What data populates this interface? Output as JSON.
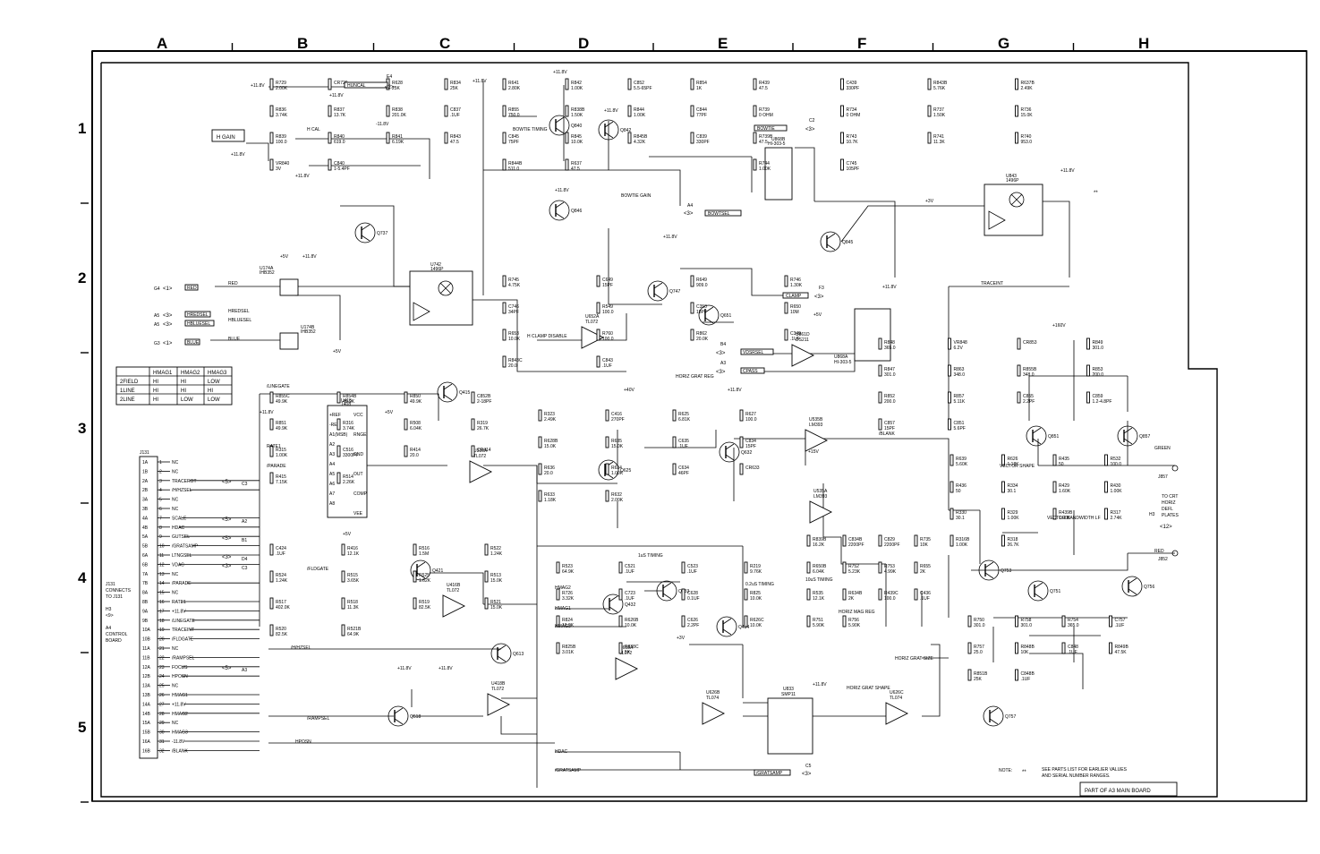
{
  "zone_columns": [
    "A",
    "B",
    "C",
    "D",
    "E",
    "F",
    "G",
    "H"
  ],
  "zone_rows": [
    "1",
    "2",
    "3",
    "4",
    "5"
  ],
  "title_block": "PART OF A3 MAIN BOARD",
  "h_gain_label": "H GAIN",
  "note": {
    "label": "NOTE:",
    "symbol": "**",
    "lines": [
      "SEE PARTS LIST FOR EARLIER VALUES",
      "AND SERIAL NUMBER RANGES."
    ]
  },
  "interconnect": {
    "j131_label": "J131",
    "connects_lines": [
      "J131",
      "CONNECTS",
      "TO J131",
      "",
      "H3",
      "<9>",
      "",
      "A4",
      "CONTROL",
      "BOARD"
    ]
  },
  "j131_pins": [
    {
      "pin": "1A",
      "sig": "NC"
    },
    {
      "pin": "1B",
      "sig": "NC"
    },
    {
      "pin": "2A",
      "sig": "TRACEROT"
    },
    {
      "pin": "2B",
      "sig": "/H/HZSEL"
    },
    {
      "pin": "3A",
      "sig": "NC"
    },
    {
      "pin": "3B",
      "sig": "NC"
    },
    {
      "pin": "4A",
      "sig": "SCALE"
    },
    {
      "pin": "4B",
      "sig": "HDAC"
    },
    {
      "pin": "5A",
      "sig": "GUTSEL"
    },
    {
      "pin": "5B",
      "sig": "/GRATSAMP"
    },
    {
      "pin": "6A",
      "sig": "LTNGSEL"
    },
    {
      "pin": "6B",
      "sig": "VDAC"
    },
    {
      "pin": "7A",
      "sig": "NC"
    },
    {
      "pin": "7B",
      "sig": "/PARADE"
    },
    {
      "pin": "8A",
      "sig": "NC"
    },
    {
      "pin": "8B",
      "sig": "RATE1"
    },
    {
      "pin": "9A",
      "sig": "+11.8V"
    },
    {
      "pin": "9B",
      "sig": "/LINEGATE"
    },
    {
      "pin": "10A",
      "sig": "TRACEINT"
    },
    {
      "pin": "10B",
      "sig": "/FLDGATE"
    },
    {
      "pin": "11A",
      "sig": "NC"
    },
    {
      "pin": "11B",
      "sig": "/RAMPSEL"
    },
    {
      "pin": "12A",
      "sig": "FOCUS"
    },
    {
      "pin": "12B",
      "sig": "HPOSN"
    },
    {
      "pin": "13A",
      "sig": "NC"
    },
    {
      "pin": "13B",
      "sig": "HMAG1"
    },
    {
      "pin": "14A",
      "sig": "+11.8V"
    },
    {
      "pin": "14B",
      "sig": "HMAG2"
    },
    {
      "pin": "15A",
      "sig": "NC"
    },
    {
      "pin": "15B",
      "sig": "HMAG3"
    },
    {
      "pin": "16A",
      "sig": "-11.8V"
    },
    {
      "pin": "16B",
      "sig": "/BLANK"
    }
  ],
  "hmag_table": {
    "headers": [
      "",
      "HMAG1",
      "HMAG2",
      "HMAG3"
    ],
    "rows": [
      [
        "2FIELD",
        "HI",
        "HI",
        "LOW"
      ],
      [
        "1LINE",
        "HI",
        "HI",
        "HI"
      ],
      [
        "2LINE",
        "HI",
        "LOW",
        "LOW"
      ]
    ]
  },
  "references": {
    "hcal": "<2>",
    "hcal_loc": "E4",
    "bowtie": "<3>",
    "bowtie_loc": "C2",
    "bowtsel": "<3>",
    "bowtsel_loc": "A4",
    "clamp": "<3>",
    "clamp_loc": "F3",
    "vdsrsel": "<3>",
    "vdsrsel_loc": "B4",
    "cpass": "<3>",
    "cpass_loc": "A3",
    "gratsamp": "<3>",
    "gratsamp_loc": "C5",
    "crt": "<12>",
    "crt_loc": "H3",
    "red_in": "<1>",
    "red_in_loc": "G4",
    "hredsel": "<3>",
    "hredsel_loc": "A5",
    "hbluesel": "<3>",
    "hbluesel_loc": "A5",
    "blue_in": "<1>",
    "blue_in_loc": "G3",
    "tracerot": "<5>",
    "tracerot_loc": "C3",
    "scale": "<5>",
    "scale_loc": "A2",
    "gutsel": "<5>",
    "gutsel_loc": "B1",
    "ltngsel": "<3>",
    "ltngsel_loc": "D4",
    "vdac": "<3>",
    "vdac_loc": "C3",
    "focus": "<5>",
    "focus_loc": "A3"
  },
  "crt_output_lines": [
    "TO CRT",
    "HORIZ",
    "DEFL",
    "PLATES"
  ],
  "outputs": {
    "green": "GREEN",
    "green_j": "J857",
    "red": "RED",
    "red_j": "J852"
  },
  "nets": {
    "hcal": "HUNCAL",
    "bowtie": "BOWTIE",
    "bowtsel": "BOWTSEL",
    "clamp": "CLAMP",
    "vdsrsel": "VDSRSEL",
    "cpass": "CPASS",
    "gratsamp": "/GRATSAMP",
    "red": "RED",
    "hredsel": "HREDSEL",
    "hbluesel": "HBLUESEL",
    "blue": "BLUE",
    "tracerot": "TRACEROT",
    "scale": "SCALE",
    "gutsel": "GUTSEL",
    "ltngsel": "LTNGSEL",
    "vdac": "VDAC",
    "focus": "FOCUS",
    "traceint": "TRACEINT",
    "blank": "/BLANK",
    "linegate": "/LINEGATE",
    "parade": "/PARADE",
    "rate1": "RATE1",
    "flgate": "/FLDGATE",
    "rampsel": "/RAMPSEL",
    "hposn": "HPOSN",
    "hzsel": "/H/HZSEL",
    "hdac": "HDAC",
    "hmag1": "HMAG1",
    "hmag2": "HMAG2",
    "hmag3": "HMAG3"
  },
  "rails": {
    "pos": "+11.8V",
    "neg": "-11.8V",
    "p5": "+5V",
    "p15": "+15V",
    "p40": "+40V",
    "p3": "+3V",
    "hv": "+160V"
  },
  "ics": {
    "u742": {
      "ref": "U742",
      "part": "1496P"
    },
    "u843": {
      "ref": "U843",
      "part": "1496P"
    },
    "u415": {
      "ref": "U415",
      "part": "1408"
    },
    "u868b": {
      "ref": "U868B",
      "part": "HI-303-5"
    },
    "u868a": {
      "ref": "U868A",
      "part": "HI-303-5"
    },
    "u433": {
      "ref": "U833",
      "part": "SMP11"
    },
    "u652a": {
      "ref": "U652A",
      "part": "TL072"
    },
    "u316a": {
      "ref": "U316A",
      "part": "TL072"
    },
    "u416b": {
      "ref": "U416B",
      "part": "TL072"
    },
    "u418b": {
      "ref": "U418B",
      "part": "TL072"
    },
    "u626b": {
      "ref": "U626B",
      "part": "TL074"
    },
    "u626c": {
      "ref": "U626C",
      "part": "TL074"
    },
    "u618a": {
      "ref": "U618A",
      "part": "TL072"
    },
    "u535b": {
      "ref": "U535B",
      "part": "LM393"
    },
    "u535a": {
      "ref": "U535A",
      "part": "LM393"
    },
    "u174a": {
      "ref": "U174A",
      "part": "IHB352"
    },
    "u174b": {
      "ref": "U174B",
      "part": "IHB352"
    },
    "u861d": {
      "ref": "U861D",
      "part": "DS211"
    }
  },
  "ic_pins": {
    "u415_left": [
      "+REF",
      "-REF",
      "A1(MSB)",
      "A2",
      "A3",
      "A4",
      "A5",
      "A6",
      "A7",
      "A8"
    ],
    "u415_right": [
      "VCC",
      "RNGE",
      "GND",
      "OUT",
      "COMP",
      "VEE"
    ]
  },
  "transistors": [
    "Q840",
    "Q842",
    "Q846",
    "Q747",
    "Q651",
    "Q415",
    "Q625",
    "Q632",
    "Q421",
    "Q613",
    "Q518",
    "Q432",
    "Q433",
    "Q434",
    "Q845",
    "Q851",
    "Q857",
    "Q753",
    "Q751",
    "Q756",
    "Q757",
    "Q737"
  ],
  "annotations": {
    "bowtie_timing": "BOWTIE TIMING",
    "bowtie_gain": "BOWTIE GAIN",
    "h_clamp_disable": "H CLAMP DISABLE",
    "horiz_grat_reg": "HORIZ GRAT REG",
    "h_cal": "H CAL",
    "vector_shape": "VECTOR SHAPE",
    "vector_bandwidth": "VECTOR BANDWIDTH LF",
    "horiz_mag_reg": "HORIZ MAG REG",
    "horiz_grat_size": "HORIZ GRAT SIZE",
    "horiz_grat_shape": "HORIZ GRAT SHAPE",
    "timing_1": "1uS TIMING",
    "timing_10": "10uS TIMING",
    "timing_02": "0.2uS TIMING"
  },
  "components": [
    {
      "ref": "R729",
      "val": "2.00K"
    },
    {
      "ref": "CR729",
      "val": ""
    },
    {
      "ref": "R628",
      "val": "25K"
    },
    {
      "ref": "R834",
      "val": "25K"
    },
    {
      "ref": "R836",
      "val": "3.74K"
    },
    {
      "ref": "R837",
      "val": "13.7K"
    },
    {
      "ref": "R838",
      "val": "201.0K"
    },
    {
      "ref": "C837",
      "val": ".1UF"
    },
    {
      "ref": "R839",
      "val": "100.0"
    },
    {
      "ref": "R840",
      "val": "619.0"
    },
    {
      "ref": "R841",
      "val": "6.19K"
    },
    {
      "ref": "R843",
      "val": "47.5"
    },
    {
      "ref": "VR840",
      "val": "3V"
    },
    {
      "ref": "C840",
      "val": "1-5.4PF"
    },
    {
      "ref": "R641",
      "val": "2.80K"
    },
    {
      "ref": "R842",
      "val": "1.00K"
    },
    {
      "ref": "C852",
      "val": "5.5-65PF"
    },
    {
      "ref": "R854",
      "val": "1K"
    },
    {
      "ref": "R855",
      "val": "750.0"
    },
    {
      "ref": "R838B",
      "val": "1.50K"
    },
    {
      "ref": "R844",
      "val": "1.00K"
    },
    {
      "ref": "C844",
      "val": "77PF"
    },
    {
      "ref": "C845",
      "val": "75PF"
    },
    {
      "ref": "R845",
      "val": "10.0K"
    },
    {
      "ref": "R845B",
      "val": "4.32K"
    },
    {
      "ref": "C839",
      "val": "330PF"
    },
    {
      "ref": "R844B",
      "val": "511.0"
    },
    {
      "ref": "R637",
      "val": "47.5"
    },
    {
      "ref": "R439",
      "val": "47.5"
    },
    {
      "ref": "C439",
      "val": "330PF"
    },
    {
      "ref": "R843B",
      "val": "5.76K"
    },
    {
      "ref": "R637B",
      "val": "2.49K"
    },
    {
      "ref": "R739",
      "val": "0 OHM"
    },
    {
      "ref": "R734",
      "val": "0 OHM"
    },
    {
      "ref": "R737",
      "val": "1.50K"
    },
    {
      "ref": "R736",
      "val": "15.0K"
    },
    {
      "ref": "R739B",
      "val": "47.5"
    },
    {
      "ref": "R743",
      "val": "10.7K"
    },
    {
      "ref": "R741",
      "val": "11.3K"
    },
    {
      "ref": "R740",
      "val": "953.0"
    },
    {
      "ref": "R744",
      "val": "1.00K"
    },
    {
      "ref": "C745",
      "val": "105PF"
    },
    {
      "ref": "R745",
      "val": "4.75K"
    },
    {
      "ref": "C649",
      "val": "15PF"
    },
    {
      "ref": "R649",
      "val": "909.0"
    },
    {
      "ref": "R746",
      "val": "1.30K"
    },
    {
      "ref": "C746",
      "val": "34PF"
    },
    {
      "ref": "R549",
      "val": "100.0"
    },
    {
      "ref": "C350",
      "val": "18PF"
    },
    {
      "ref": "R650",
      "val": "10M"
    },
    {
      "ref": "R653",
      "val": "10.0K"
    },
    {
      "ref": "R760",
      "val": "100.0"
    },
    {
      "ref": "R862",
      "val": "20.0K"
    },
    {
      "ref": "C349",
      "val": ".1UF"
    },
    {
      "ref": "R843C",
      "val": "20.0"
    },
    {
      "ref": "C843",
      "val": ".1UF"
    },
    {
      "ref": "R848",
      "val": "365.0"
    },
    {
      "ref": "VR848",
      "val": "6.2V"
    },
    {
      "ref": "CR853",
      "val": ""
    },
    {
      "ref": "R849",
      "val": "301.0"
    },
    {
      "ref": "R847",
      "val": "301.0"
    },
    {
      "ref": "R863",
      "val": "348.0"
    },
    {
      "ref": "R855B",
      "val": "348.0"
    },
    {
      "ref": "R853",
      "val": "200.0"
    },
    {
      "ref": "R852",
      "val": "200.0"
    },
    {
      "ref": "R857",
      "val": "5.11K"
    },
    {
      "ref": "C855",
      "val": "2.2PF"
    },
    {
      "ref": "C859",
      "val": "1.2-4.8PF"
    },
    {
      "ref": "C857",
      "val": "15PF"
    },
    {
      "ref": "C851",
      "val": "5.6PF"
    },
    {
      "ref": "R855C",
      "val": "49.9K"
    },
    {
      "ref": "R854B",
      "val": "49.9K"
    },
    {
      "ref": "R850",
      "val": "49.9K"
    },
    {
      "ref": "C852B",
      "val": "2-18PF"
    },
    {
      "ref": "R851",
      "val": "49.9K"
    },
    {
      "ref": "R316",
      "val": "3.74K"
    },
    {
      "ref": "R508",
      "val": "6.04K"
    },
    {
      "ref": "R319",
      "val": "26.7K"
    },
    {
      "ref": "R315",
      "val": "1.00K"
    },
    {
      "ref": "C516",
      "val": "3300PF"
    },
    {
      "ref": "R414",
      "val": "20.0"
    },
    {
      "ref": "CR414",
      "val": ""
    },
    {
      "ref": "R415",
      "val": "7.15K"
    },
    {
      "ref": "R514",
      "val": "2.26K"
    },
    {
      "ref": "R323",
      "val": "2.49K"
    },
    {
      "ref": "C416",
      "val": "270PF"
    },
    {
      "ref": "R625",
      "val": "6.81K"
    },
    {
      "ref": "R627",
      "val": "100.0"
    },
    {
      "ref": "R628B",
      "val": "15.0K"
    },
    {
      "ref": "R635",
      "val": "15.0K"
    },
    {
      "ref": "C635",
      "val": ".1UF"
    },
    {
      "ref": "C834",
      "val": "15PF"
    },
    {
      "ref": "R636",
      "val": "20.0"
    },
    {
      "ref": "R634",
      "val": "1.00K"
    },
    {
      "ref": "C634",
      "val": "46PF"
    },
    {
      "ref": "CR633",
      "val": ""
    },
    {
      "ref": "R633",
      "val": "1.18K"
    },
    {
      "ref": "R632",
      "val": "2.00K"
    },
    {
      "ref": "R639",
      "val": "5.60K"
    },
    {
      "ref": "R626",
      "val": "1.18K"
    },
    {
      "ref": "R435",
      "val": "50"
    },
    {
      "ref": "R532",
      "val": "100.0"
    },
    {
      "ref": "R436",
      "val": "50"
    },
    {
      "ref": "R334",
      "val": "30.1"
    },
    {
      "ref": "R429",
      "val": "1.60K"
    },
    {
      "ref": "R430",
      "val": "1.00K"
    },
    {
      "ref": "R330",
      "val": "30.1"
    },
    {
      "ref": "R329",
      "val": "1.00K"
    },
    {
      "ref": "R439B",
      "val": "1.00K"
    },
    {
      "ref": "R317",
      "val": "2.74K"
    },
    {
      "ref": "R316B",
      "val": "1.00K"
    },
    {
      "ref": "R318",
      "val": "26.7K"
    },
    {
      "ref": "C424",
      "val": ".1UF"
    },
    {
      "ref": "R416",
      "val": "12.1K"
    },
    {
      "ref": "R516",
      "val": "1.5M"
    },
    {
      "ref": "R522",
      "val": "1.24K"
    },
    {
      "ref": "R524",
      "val": "1.24K"
    },
    {
      "ref": "R515",
      "val": "3.65K"
    },
    {
      "ref": "R525",
      "val": "1.62K"
    },
    {
      "ref": "R513",
      "val": "15.0K"
    },
    {
      "ref": "R517",
      "val": "402.0K"
    },
    {
      "ref": "R518",
      "val": "11.3K"
    },
    {
      "ref": "R519",
      "val": "82.5K"
    },
    {
      "ref": "R521",
      "val": "15.0K"
    },
    {
      "ref": "R520",
      "val": "82.5K"
    },
    {
      "ref": "R521B",
      "val": "64.9K"
    },
    {
      "ref": "R523",
      "val": "64.9K"
    },
    {
      "ref": "C521",
      "val": ".1UF"
    },
    {
      "ref": "C523",
      "val": ".1UF"
    },
    {
      "ref": "R219",
      "val": "9.76K"
    },
    {
      "ref": "R726",
      "val": "3.32K"
    },
    {
      "ref": "C723",
      "val": ".1UF"
    },
    {
      "ref": "C628",
      "val": "0.1UF"
    },
    {
      "ref": "R825",
      "val": "10.0K"
    },
    {
      "ref": "R824",
      "val": "10.0K"
    },
    {
      "ref": "R626B",
      "val": "10.0K"
    },
    {
      "ref": "C626",
      "val": "2.2PF"
    },
    {
      "ref": "R626C",
      "val": "10.0K"
    },
    {
      "ref": "R825B",
      "val": "3.01K"
    },
    {
      "ref": "R838C",
      "val": "5K"
    },
    {
      "ref": "R839B",
      "val": "16.2K"
    },
    {
      "ref": "C834B",
      "val": "2200PF"
    },
    {
      "ref": "C829",
      "val": "2200PF"
    },
    {
      "ref": "R735",
      "val": "10K"
    },
    {
      "ref": "R650B",
      "val": "6.04K"
    },
    {
      "ref": "R752",
      "val": "5.23K"
    },
    {
      "ref": "R753",
      "val": "4.99K"
    },
    {
      "ref": "R655",
      "val": "2K"
    },
    {
      "ref": "R535",
      "val": "12.1K"
    },
    {
      "ref": "R634B",
      "val": "2K"
    },
    {
      "ref": "R439C",
      "val": "100.0"
    },
    {
      "ref": "C436",
      "val": ".1UF"
    },
    {
      "ref": "R751",
      "val": "5.90K"
    },
    {
      "ref": "R756",
      "val": "5.90K"
    },
    {
      "ref": "R750",
      "val": "301.0"
    },
    {
      "ref": "R758",
      "val": "301.0"
    },
    {
      "ref": "R754",
      "val": "365.0"
    },
    {
      "ref": "C757",
      "val": ".1UF"
    },
    {
      "ref": "R757",
      "val": "25.0"
    },
    {
      "ref": "R848B",
      "val": "10K"
    },
    {
      "ref": "C848",
      "val": ".1UF"
    },
    {
      "ref": "R849B",
      "val": "47.5K"
    },
    {
      "ref": "R851B",
      "val": "25K"
    },
    {
      "ref": "C848B",
      "val": ".1UF"
    }
  ]
}
